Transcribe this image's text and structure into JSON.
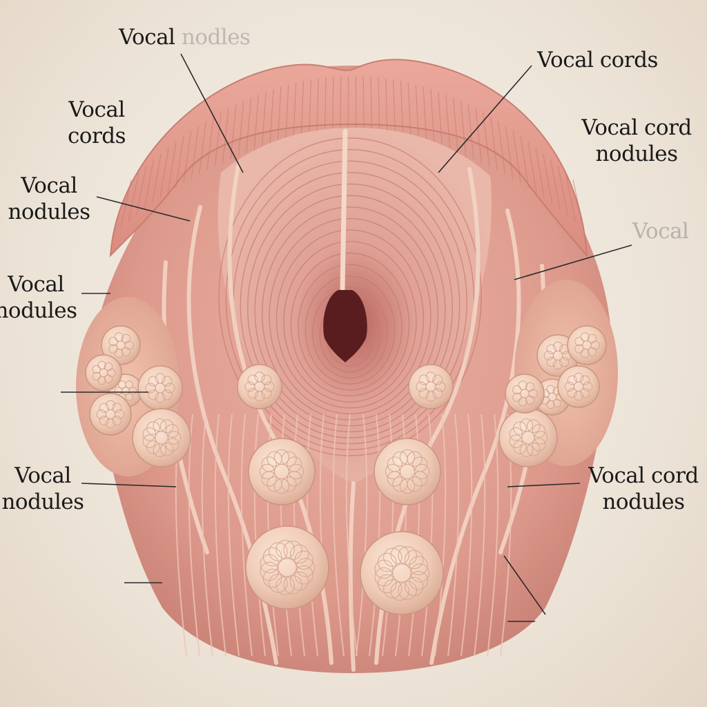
{
  "labels": {
    "top_center": {
      "line1": "Vocal ",
      "line1_faded": "nodles"
    },
    "top_right": {
      "text": "Vocal cords"
    },
    "left_cords": {
      "line1": "Vocal",
      "line2": "cords"
    },
    "right_cord_nodules": {
      "line1": "Vocal cord",
      "line2": "nodules"
    },
    "left_nodules_1": {
      "line1": "Vocal",
      "line2": "nodules"
    },
    "right_vocal_faded": {
      "text": "Vocal"
    },
    "left_nodules_2": {
      "line1": "Vocal",
      "line2": "nodules"
    },
    "left_nodules_3": {
      "line1": "Vocal",
      "line2": "nodules"
    },
    "right_cord_nodules_2": {
      "line1": "Vocal cord",
      "line2": "nodules"
    }
  },
  "colors": {
    "tissue_base": "#e3a396",
    "tissue_dark": "#c9786c",
    "tissue_light": "#f0c0b2",
    "fiber": "#f3d6c6",
    "nodule": "#efcdb8",
    "opening": "#5c1f20",
    "leader": "#2a2a2a"
  }
}
